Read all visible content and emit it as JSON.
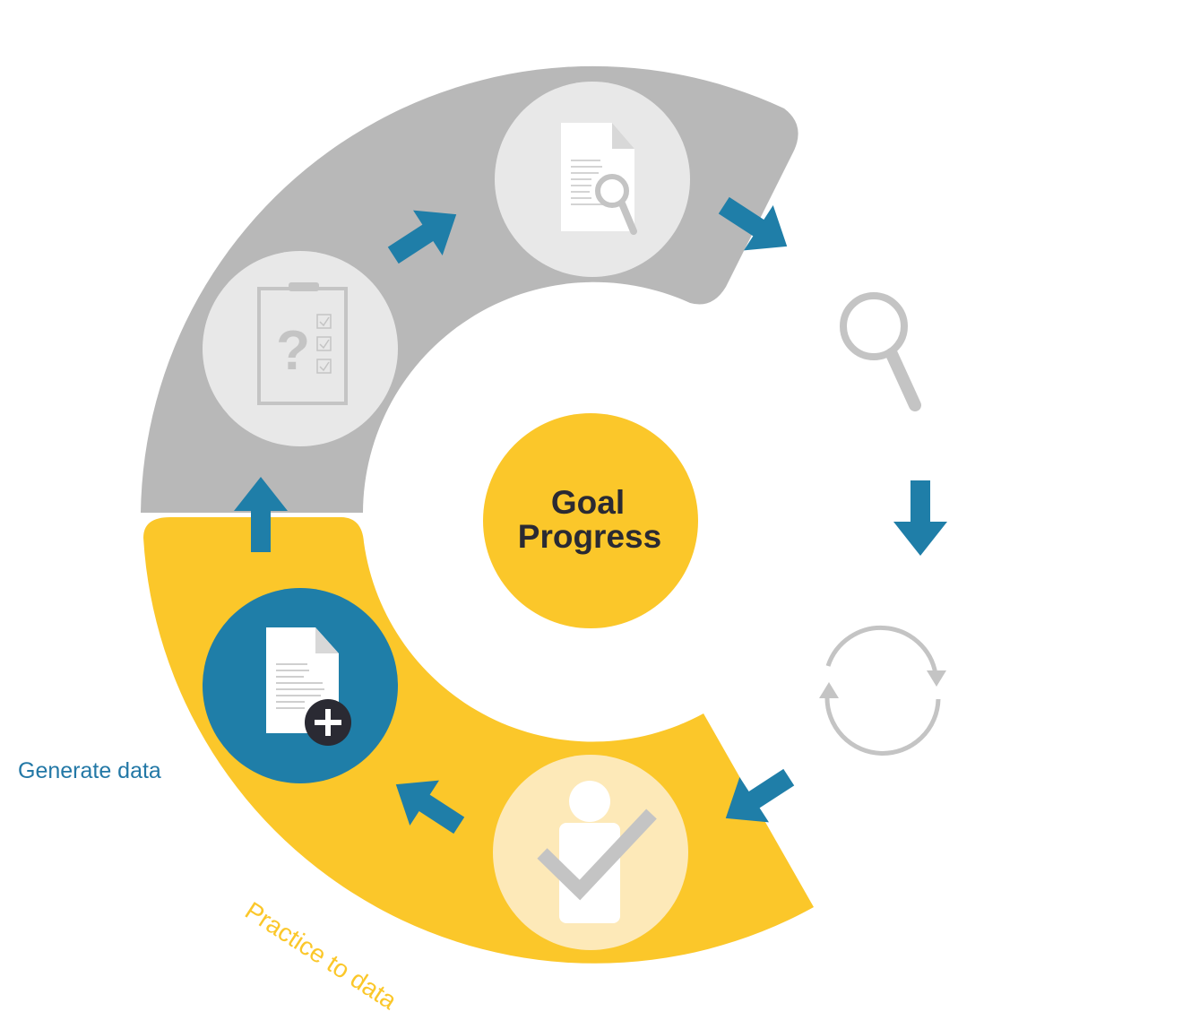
{
  "center": {
    "line1": "Goal",
    "line2": "Progress"
  },
  "labels": {
    "generate": "Generate data",
    "practice": "Practice to data"
  },
  "colors": {
    "gray_band": "#b8b8b8",
    "yellow_band": "#fbc72a",
    "blue": "#1f7ea8",
    "light_circle": "#e8e8e8",
    "icon_gray": "#c4c4c4",
    "text_dark": "#2a2a33"
  },
  "steps": [
    {
      "icon": "clipboard-question-icon",
      "stage": "gray"
    },
    {
      "icon": "document-search-icon",
      "stage": "gray"
    },
    {
      "icon": "magnifier-icon",
      "stage": "white"
    },
    {
      "icon": "cycle-arrows-icon",
      "stage": "white"
    },
    {
      "icon": "person-check-icon",
      "stage": "yellow"
    },
    {
      "icon": "document-add-icon",
      "stage": "yellow"
    }
  ]
}
